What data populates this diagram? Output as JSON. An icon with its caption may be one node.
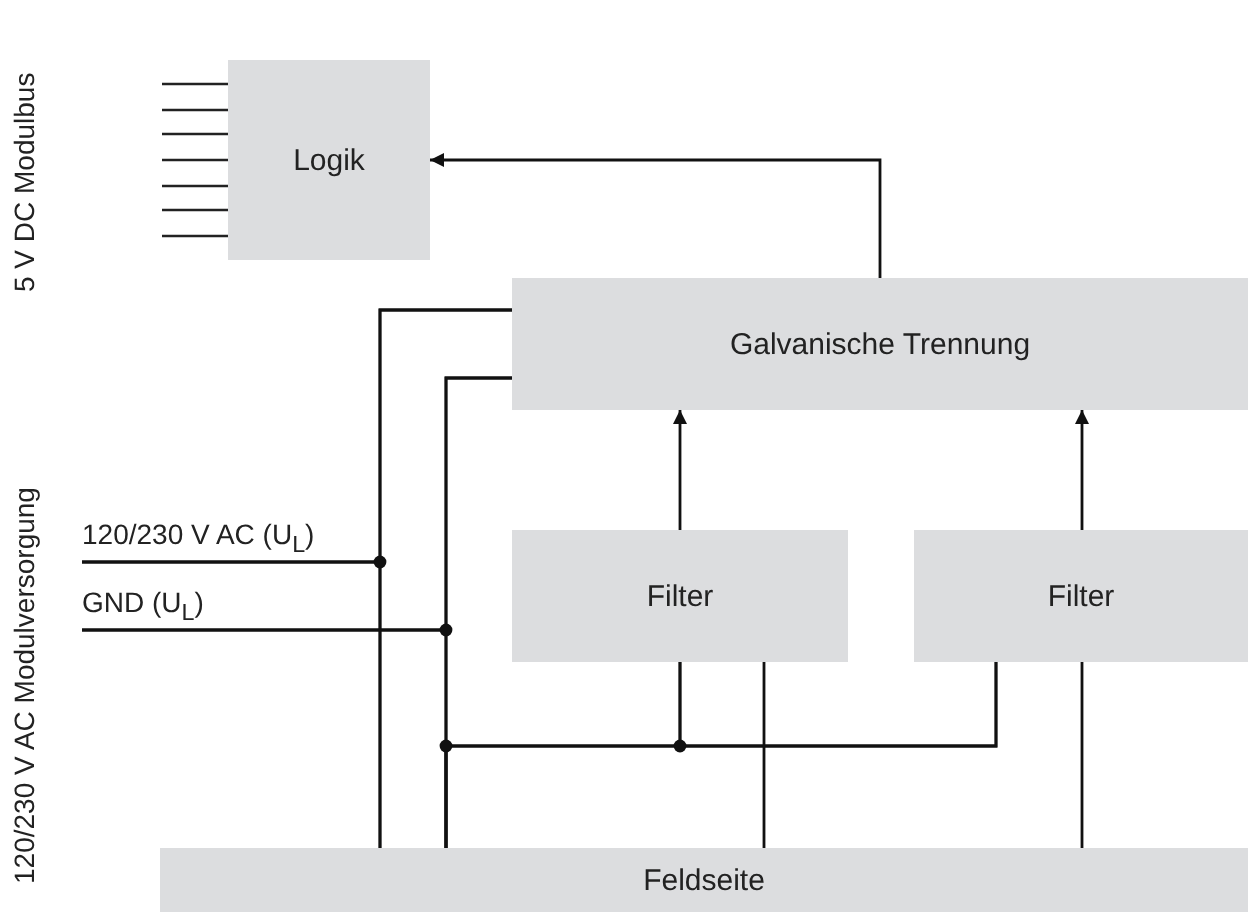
{
  "diagram": {
    "nodes": [
      {
        "text": [
          "Logik"
        ]
      },
      {
        "text": [
          "Galvanische Trennung"
        ]
      },
      {
        "text": [
          "Filter"
        ]
      },
      {
        "text": [
          "Filter"
        ]
      },
      {
        "text": [
          "Feldseite"
        ]
      },
      {
        "text": [
          "120/230 V AC (U$_{L}$)"
        ]
      },
      {
        "text": [
          "GND (U$_{L}$)"
        ]
      }
    ],
    "edges": [
      {
        "from": 1,
        "to": 0,
        "arrow": "to"
      },
      {
        "from": 2,
        "to": 1,
        "arrow": "to"
      },
      {
        "from": 3,
        "to": 1,
        "arrow": "to"
      },
      {
        "from": 1,
        "to": 4,
        "arrow": "none"
      },
      {
        "from": 1,
        "to": 4,
        "arrow": "none"
      },
      {
        "from": 5,
        "to": 1,
        "arrow": "none"
      },
      {
        "from": 5,
        "to": 4,
        "arrow": "none"
      },
      {
        "from": 6,
        "to": 1,
        "arrow": "none"
      },
      {
        "from": 6,
        "to": 4,
        "arrow": "none"
      },
      {
        "from": 2,
        "to": 4,
        "arrow": "none"
      },
      {
        "from": 3,
        "to": 4,
        "arrow": "none"
      },
      {
        "from": 2,
        "to": 3,
        "arrow": "none"
      },
      {
        "from": 2,
        "to": 4,
        "arrow": "none"
      },
      {
        "from": 3,
        "to": 4,
        "arrow": "none"
      }
    ],
    "labels": [
      "5 V DC Modulbus",
      "120/230 V AC Modulversorgung"
    ]
  }
}
